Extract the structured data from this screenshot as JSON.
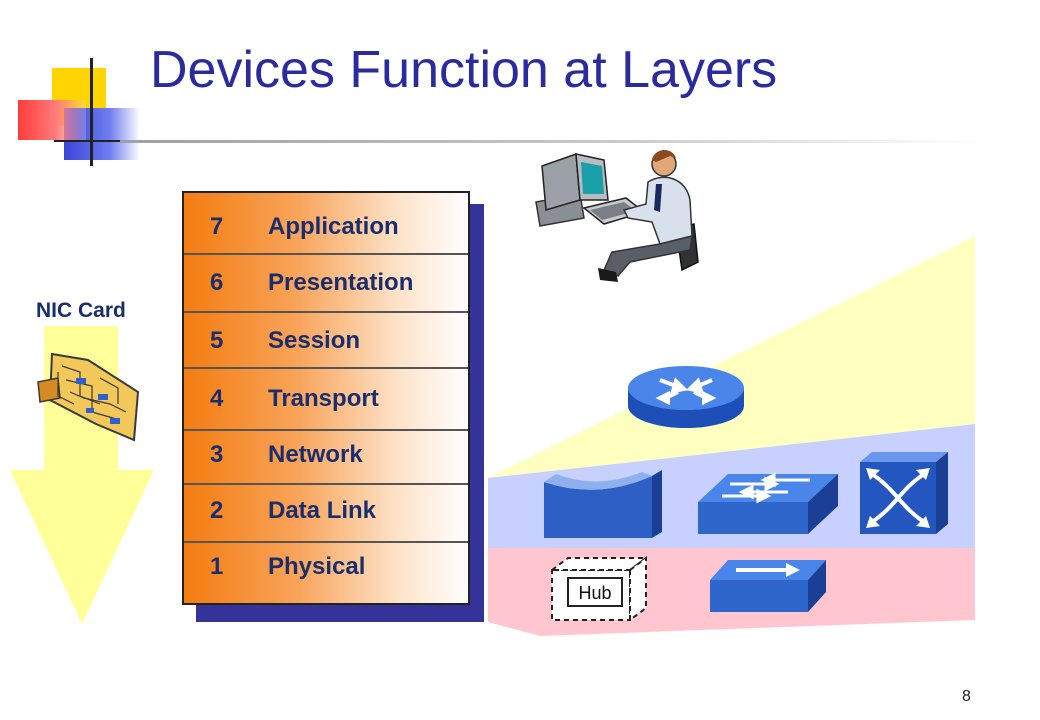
{
  "slide": {
    "title": "Devices Function at Layers",
    "page_number": "8"
  },
  "osi_layers": [
    {
      "number": "7",
      "name": "Application"
    },
    {
      "number": "6",
      "name": "Presentation"
    },
    {
      "number": "5",
      "name": "Session"
    },
    {
      "number": "4",
      "name": "Transport"
    },
    {
      "number": "3",
      "name": "Network"
    },
    {
      "number": "2",
      "name": "Data Link"
    },
    {
      "number": "1",
      "name": "Physical"
    }
  ],
  "nic": {
    "label": "NIC Card"
  },
  "hub": {
    "label": "Hub"
  },
  "colors": {
    "title": "#2b2ba0",
    "layer_text": "#1a2e6e",
    "band_network": "#ffffc0",
    "band_datalink": "#c8d0ff",
    "band_physical": "#ffc6cf",
    "device_blue": "#3a6fd8",
    "arrow": "#ffff99"
  },
  "icons": [
    "workstation-user-icon",
    "router-icon",
    "bridge-icon",
    "switch-icon",
    "atm-switch-icon",
    "hub-icon",
    "repeater-icon",
    "nic-card-icon",
    "down-arrow-icon"
  ]
}
